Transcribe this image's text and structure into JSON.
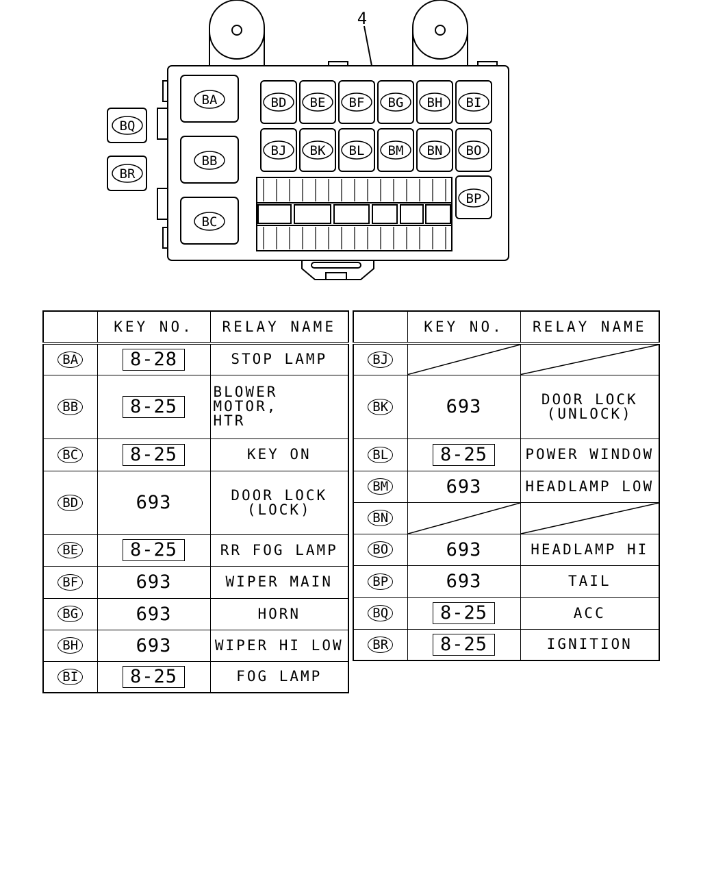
{
  "diagram": {
    "callout": "4",
    "connectors": [
      "BA",
      "BB",
      "BC",
      "BD",
      "BE",
      "BF",
      "BG",
      "BH",
      "BI",
      "BJ",
      "BK",
      "BL",
      "BM",
      "BN",
      "BO",
      "BP",
      "BQ",
      "BR"
    ]
  },
  "table_left": {
    "header": {
      "code": "",
      "key": "KEY NO.",
      "name": "RELAY NAME"
    },
    "rows": [
      {
        "code": "BA",
        "key": "8-28",
        "boxed": true,
        "name": "STOP LAMP"
      },
      {
        "code": "BB",
        "key": "8-25",
        "boxed": true,
        "name": "BLOWER MOTOR,",
        "name2": "HTR"
      },
      {
        "code": "BC",
        "key": "8-25",
        "boxed": true,
        "name": "KEY ON"
      },
      {
        "code": "BD",
        "key": "693",
        "boxed": false,
        "name": "DOOR LOCK",
        "name2": "(LOCK)"
      },
      {
        "code": "BE",
        "key": "8-25",
        "boxed": true,
        "name": "RR FOG LAMP"
      },
      {
        "code": "BF",
        "key": "693",
        "boxed": false,
        "name": "WIPER MAIN"
      },
      {
        "code": "BG",
        "key": "693",
        "boxed": false,
        "name": "HORN"
      },
      {
        "code": "BH",
        "key": "693",
        "boxed": false,
        "name": "WIPER HI LOW"
      },
      {
        "code": "BI",
        "key": "8-25",
        "boxed": true,
        "name": "FOG LAMP"
      }
    ]
  },
  "table_right": {
    "header": {
      "code": "",
      "key": "KEY NO.",
      "name": "RELAY NAME"
    },
    "rows": [
      {
        "code": "BJ",
        "key": "",
        "name": "",
        "empty": true
      },
      {
        "code": "BK",
        "key": "693",
        "boxed": false,
        "name": "DOOR LOCK",
        "name2": "(UNLOCK)"
      },
      {
        "code": "BL",
        "key": "8-25",
        "boxed": true,
        "name": "POWER WINDOW"
      },
      {
        "code": "BM",
        "key": "693",
        "boxed": false,
        "name": "HEADLAMP LOW"
      },
      {
        "code": "BN",
        "key": "",
        "name": "",
        "empty": true
      },
      {
        "code": "BO",
        "key": "693",
        "boxed": false,
        "name": "HEADLAMP HI"
      },
      {
        "code": "BP",
        "key": "693",
        "boxed": false,
        "name": "TAIL"
      },
      {
        "code": "BQ",
        "key": "8-25",
        "boxed": true,
        "name": "ACC"
      },
      {
        "code": "BR",
        "key": "8-25",
        "boxed": true,
        "name": "IGNITION"
      }
    ]
  }
}
